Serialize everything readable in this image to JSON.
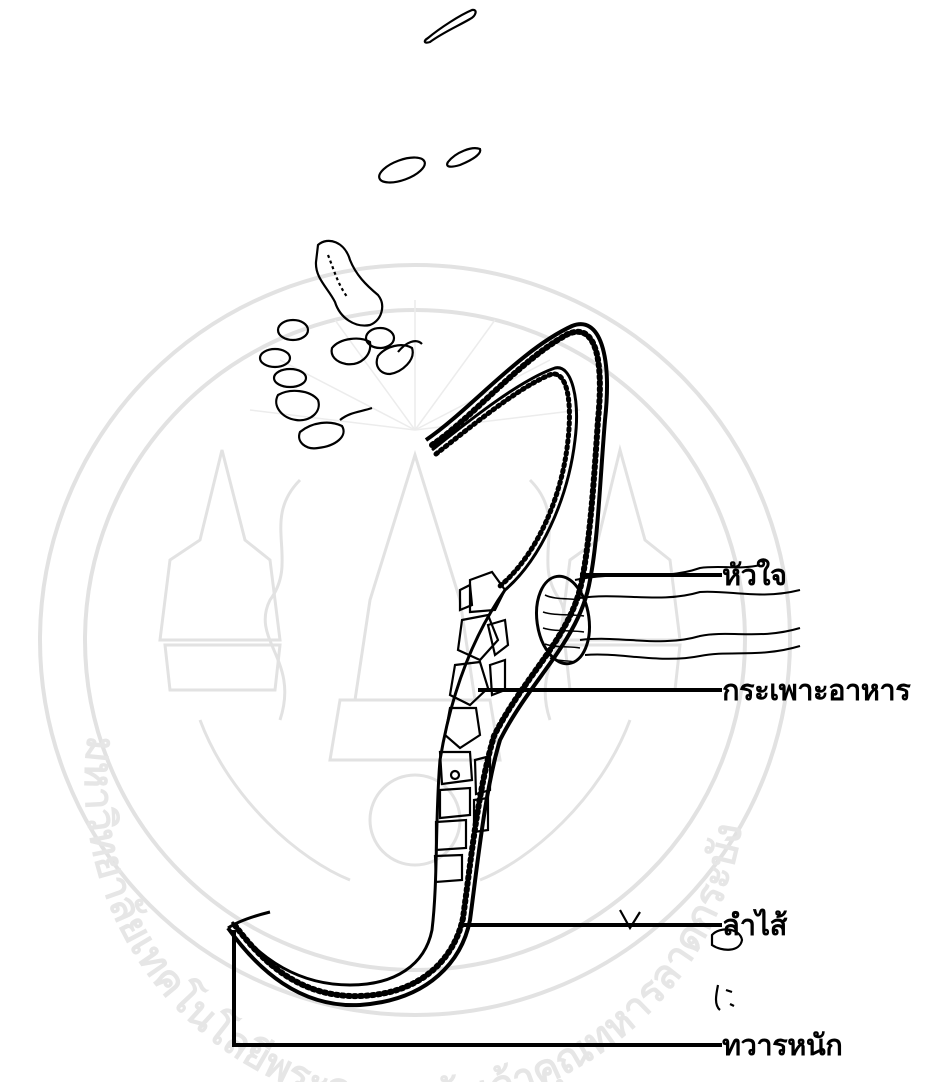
{
  "labels": {
    "heart": "หัวใจ",
    "stomach": "กระเพาะอาหาร",
    "intestine": "ลำไส้",
    "anus": "ทวารหนัก"
  },
  "watermark": {
    "text": "มหาวิทยาลัยเทคโนโลยีพระจอมเกล้าเจ้าคุณทหารลาดกระบัง",
    "color": "#e0e0e0"
  },
  "colors": {
    "ink": "#000000",
    "background": "#ffffff"
  }
}
